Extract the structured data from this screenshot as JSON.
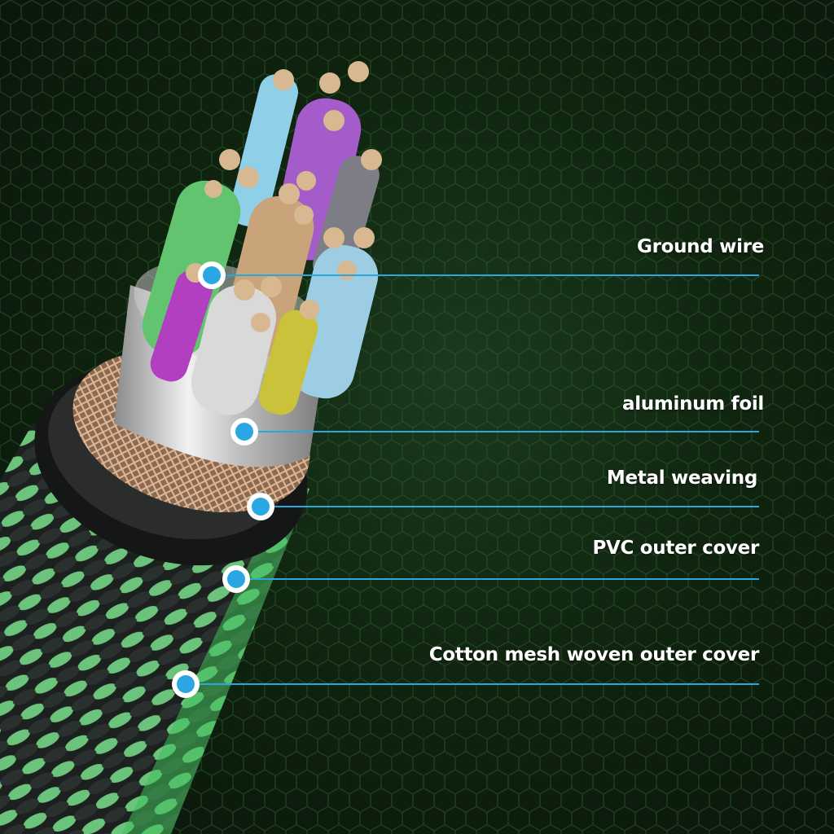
{
  "labels": {
    "ground_wire": "Ground wire",
    "aluminum_foil": "aluminum foil",
    "metal_weaving": "Metal weaving",
    "pvc_outer_cover": "PVC outer cover",
    "cotton_mesh": "Cotton mesh woven outer cover"
  },
  "colors": {
    "line": "#29a8e0",
    "dot_fill": "#2aa7e3",
    "dot_ring": "#ffffff",
    "braid_green": "#6fcf7f",
    "braid_black": "#1f2422",
    "pvc_black": "#151716",
    "copper": "#c49a78",
    "foil": "#d8d8d8"
  },
  "icons": [
    "hexagon-pattern-background",
    "cable-illustration"
  ]
}
